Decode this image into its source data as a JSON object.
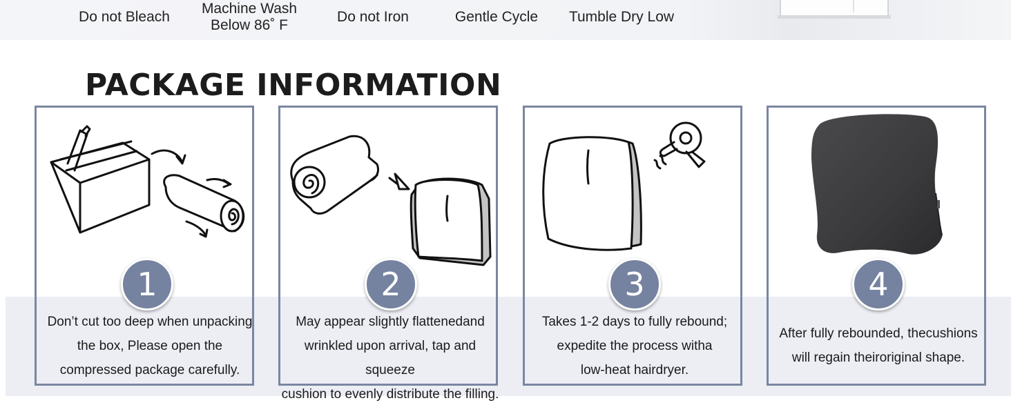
{
  "care_instructions": [
    {
      "label": "Do not Bleach"
    },
    {
      "label": "Machine Wash Below 86˚ F",
      "line1": "Machine Wash",
      "line2": "Below 86˚ F"
    },
    {
      "label": "Do not Iron"
    },
    {
      "label": "Gentle Cycle"
    },
    {
      "label": "Tumble Dry Low"
    }
  ],
  "section_title": "PACKAGE INFORMATION",
  "steps": [
    {
      "number": "1",
      "lines": [
        "Don’t cut too deep when unpacking",
        "the box, Please open the",
        "compressed package carefully."
      ]
    },
    {
      "number": "2",
      "lines": [
        "May appear slightly flattenedand",
        "wrinkled upon arrival, tap and squeeze",
        "cushion to evenly distribute the filling."
      ]
    },
    {
      "number": "3",
      "lines": [
        "Takes 1-2 days to fully rebound;",
        "expedite the process witha",
        "low-heat hairdryer."
      ]
    },
    {
      "number": "4",
      "lines": [
        "After fully rebounded, thecushions",
        "will regain theiroriginal shape."
      ]
    }
  ],
  "colors": {
    "panel_border": "#7a86a0",
    "badge": "#7582a0",
    "band": "#eceef4",
    "cushion": "#3c3c3e"
  }
}
